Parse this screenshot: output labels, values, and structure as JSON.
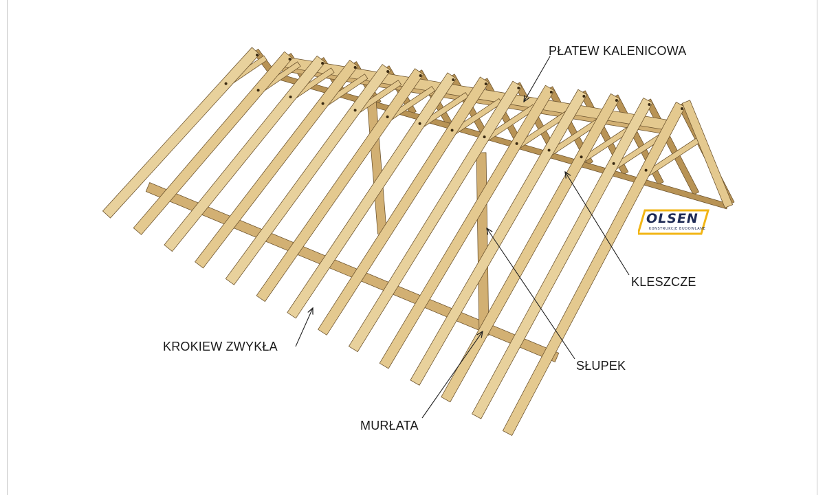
{
  "labels": {
    "platew": "PŁATEW KALENICOWA",
    "kleszcze": "KLESZCZE",
    "slupek": "SŁUPEK",
    "krokiew": "KROKIEW ZWYKŁA",
    "murlata": "MURŁATA"
  },
  "logo": {
    "name": "OLSEN",
    "subtitle": "KONSTRUKCJE BUDOWLANE"
  },
  "colors": {
    "wood_light": "#e4c98f",
    "wood_mid": "#d2b073",
    "wood_dark": "#b89355",
    "edge": "#6f5630",
    "logo_navy": "#1e2a55",
    "logo_yellow": "#f2b515"
  },
  "counts": {
    "rafters_per_side": 14
  }
}
